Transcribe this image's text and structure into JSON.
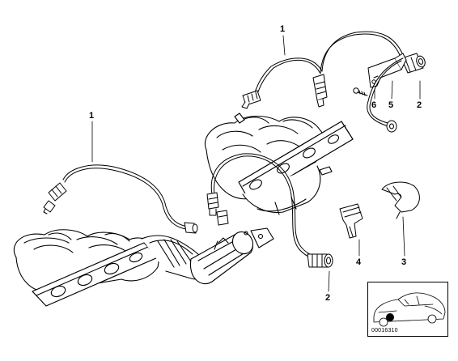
{
  "callouts": {
    "sensor_upper": "1",
    "sensor_left": "1",
    "connector_upper_right": "2",
    "connector_lower": "2",
    "clip_right": "3",
    "clip_left": "4",
    "bracket": "5",
    "screw": "6"
  },
  "thumbnail": {
    "icon": "car-location-thumbnail",
    "code": "00016310"
  }
}
